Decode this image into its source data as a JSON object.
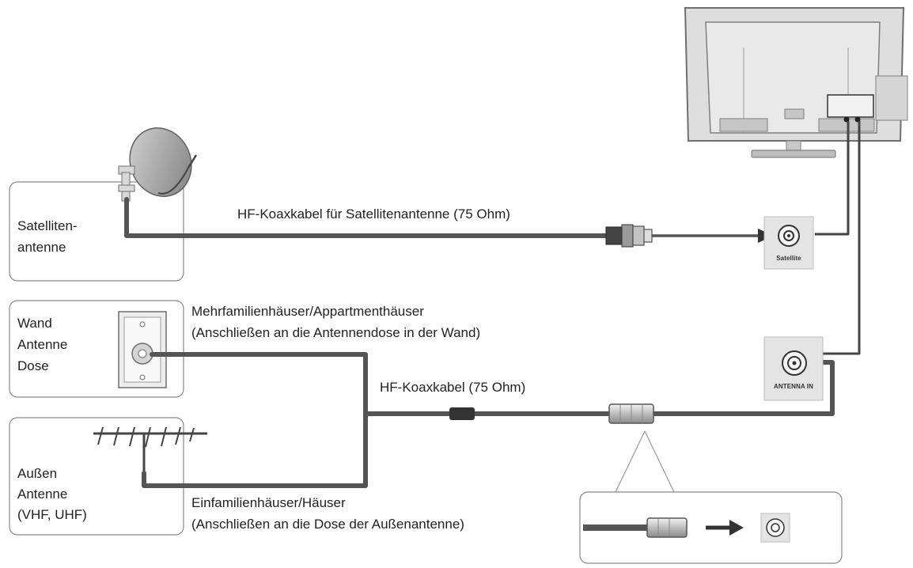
{
  "sources": {
    "satellite": {
      "label_line1": "Satelliten-",
      "label_line2": "antenne"
    },
    "wall": {
      "label_line1": "Wand",
      "label_line2": "Antenne",
      "label_line3": "Dose"
    },
    "outdoor": {
      "label_line1": "Außen",
      "label_line2": "Antenne",
      "label_line3": "(VHF, UHF)"
    }
  },
  "cables": {
    "satellite_cable": "HF-Koaxkabel für Satellitenantenne (75 Ohm)",
    "rf_cable": "HF-Koaxkabel (75 Ohm)"
  },
  "notes": {
    "apartment_line1": "Mehrfamilienhäuser/Appartmenthäuser",
    "apartment_line2": "(Anschließen an die Antennendose in der Wand)",
    "house_line1": "Einfamilienhäuser/Häuser",
    "house_line2": "(Anschließen an die Dose der Außenantenne)"
  },
  "ports": {
    "satellite": "Satellite",
    "antenna_in": "ANTENNA IN"
  },
  "colors": {
    "cable": "#555555",
    "outline": "#8a8a8a",
    "tv_body": "#dedede",
    "port_bg": "#e4e4e4"
  }
}
